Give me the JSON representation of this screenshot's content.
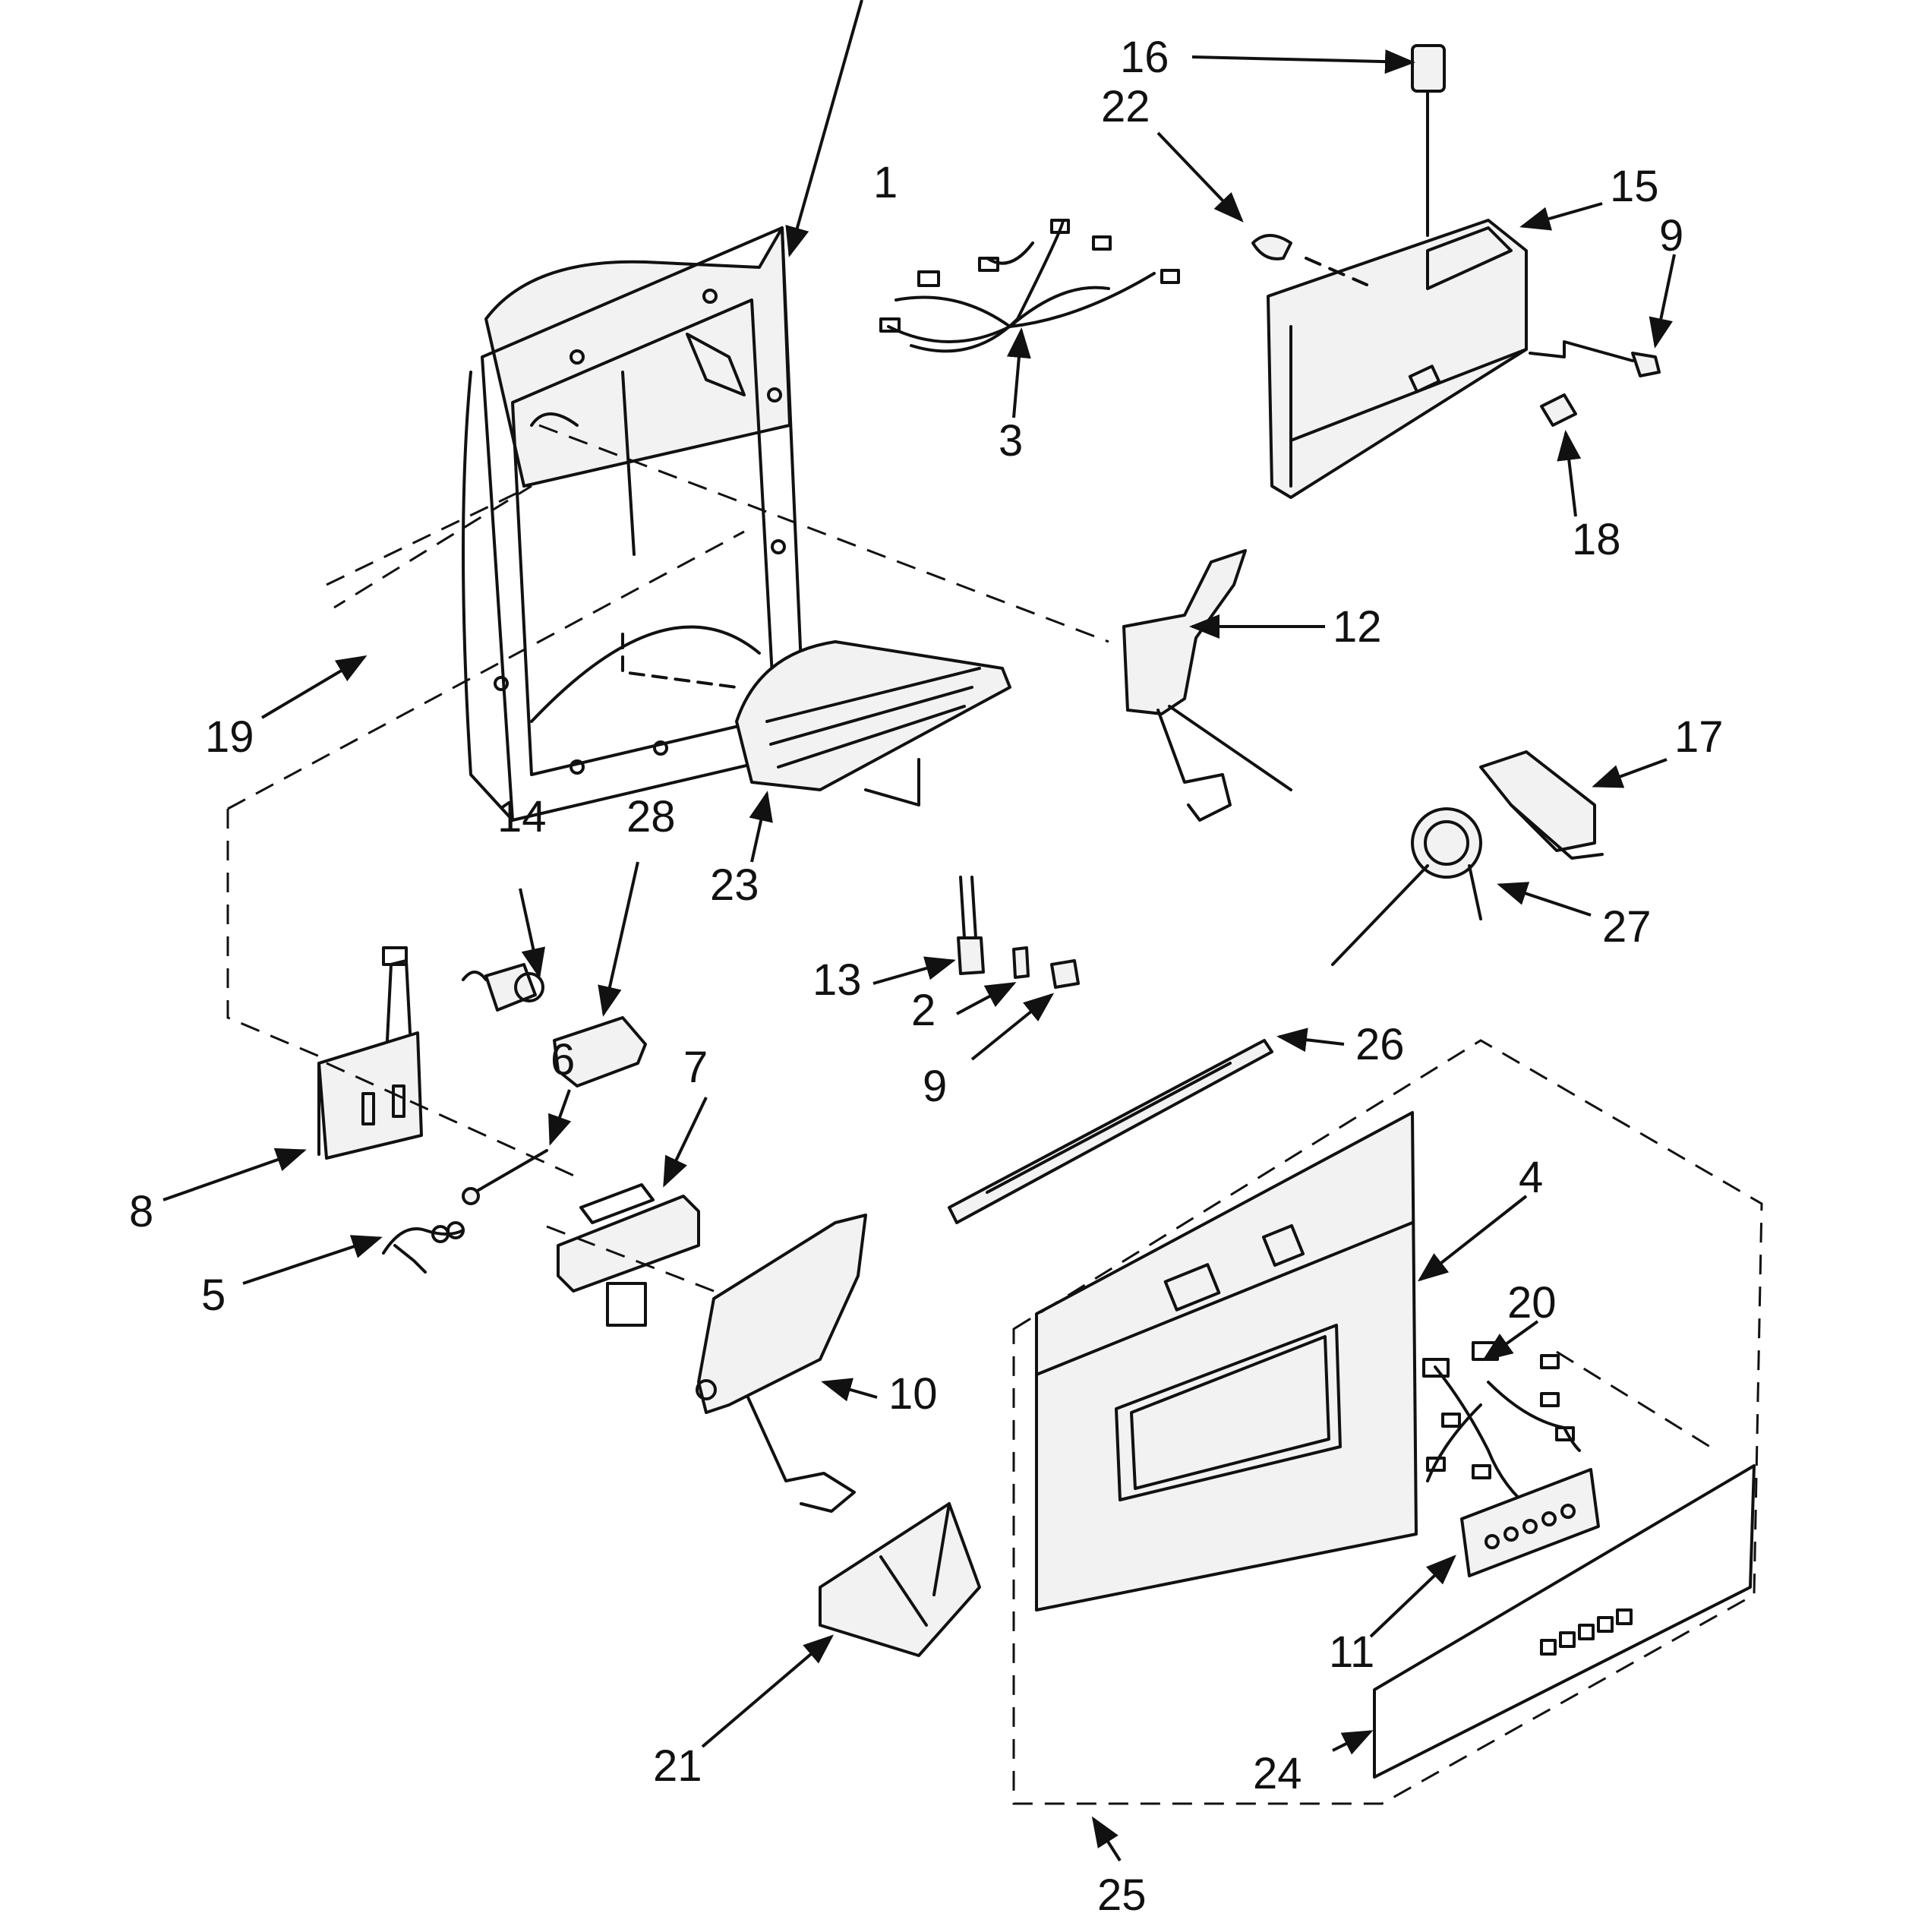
{
  "callouts": [
    {
      "id": "c1",
      "text": "1"
    },
    {
      "id": "c2",
      "text": "2"
    },
    {
      "id": "c3",
      "text": "3"
    },
    {
      "id": "c4",
      "text": "4"
    },
    {
      "id": "c5",
      "text": "5"
    },
    {
      "id": "c6",
      "text": "6"
    },
    {
      "id": "c7",
      "text": "7"
    },
    {
      "id": "c8",
      "text": "8"
    },
    {
      "id": "c9a",
      "text": "9"
    },
    {
      "id": "c9b",
      "text": "9"
    },
    {
      "id": "c10",
      "text": "10"
    },
    {
      "id": "c11",
      "text": "11"
    },
    {
      "id": "c12",
      "text": "12"
    },
    {
      "id": "c13",
      "text": "13"
    },
    {
      "id": "c14",
      "text": "14"
    },
    {
      "id": "c15",
      "text": "15"
    },
    {
      "id": "c16",
      "text": "16"
    },
    {
      "id": "c17",
      "text": "17"
    },
    {
      "id": "c18",
      "text": "18"
    },
    {
      "id": "c19",
      "text": "19"
    },
    {
      "id": "c20",
      "text": "20"
    },
    {
      "id": "c21",
      "text": "21"
    },
    {
      "id": "c22",
      "text": "22"
    },
    {
      "id": "c23",
      "text": "23"
    },
    {
      "id": "c24",
      "text": "24"
    },
    {
      "id": "c25",
      "text": "25"
    },
    {
      "id": "c26",
      "text": "26"
    },
    {
      "id": "c27",
      "text": "27"
    },
    {
      "id": "c28",
      "text": "28"
    }
  ]
}
